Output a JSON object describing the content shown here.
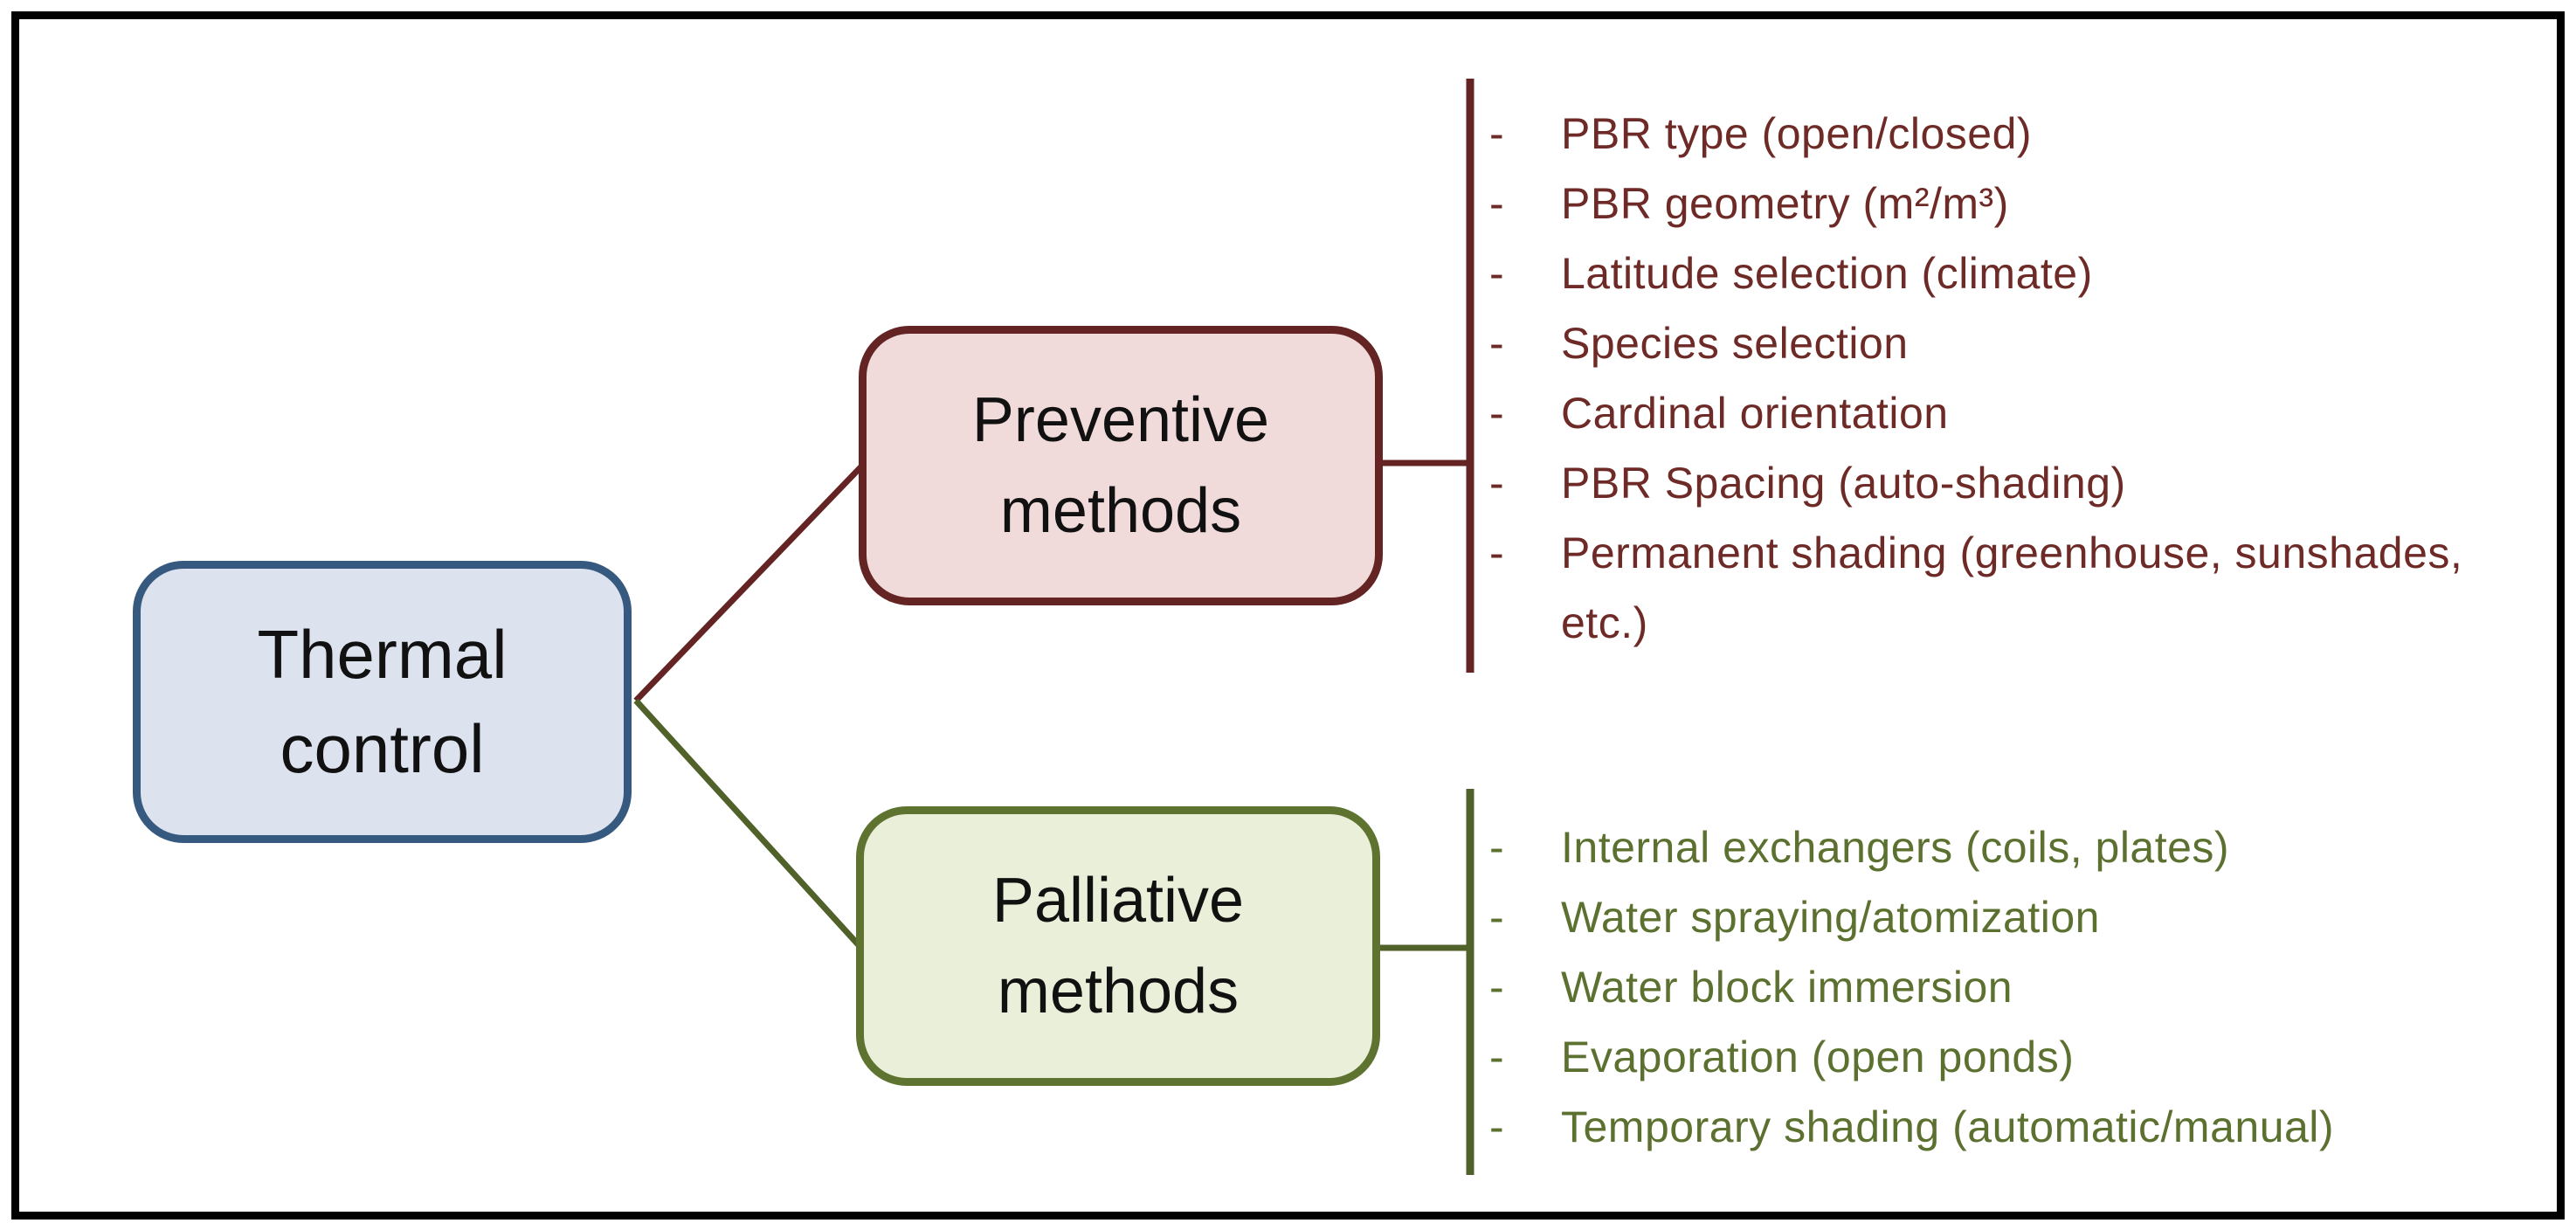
{
  "diagram": {
    "bullet": "-",
    "root": {
      "label": "Thermal control"
    },
    "branches": [
      {
        "label": "Preventive methods",
        "items": [
          "PBR type (open/closed)",
          "PBR geometry (m²/m³)",
          "Latitude selection (climate)",
          "Species selection",
          "Cardinal orientation",
          "PBR Spacing (auto-shading)",
          "Permanent shading (greenhouse, sunshades, etc.)"
        ]
      },
      {
        "label": "Palliative methods",
        "items": [
          "Internal exchangers (coils, plates)",
          "Water spraying/atomization",
          "Water block immersion",
          "Evaporation (open ponds)",
          "Temporary shading (automatic/manual)"
        ]
      }
    ]
  },
  "colors": {
    "frame": "#000000",
    "node_text": "#111111",
    "root_fill": "#DCE3EF",
    "root_border": "#36597F",
    "preventive_fill": "#F0DBDA",
    "preventive_border": "#632423",
    "preventive_text": "#6E2A26",
    "palliative_fill": "#E9EFD9",
    "palliative_border": "#5F7331",
    "palliative_text": "#5C7030",
    "connector_red": "#632423",
    "connector_green": "#50622A"
  }
}
